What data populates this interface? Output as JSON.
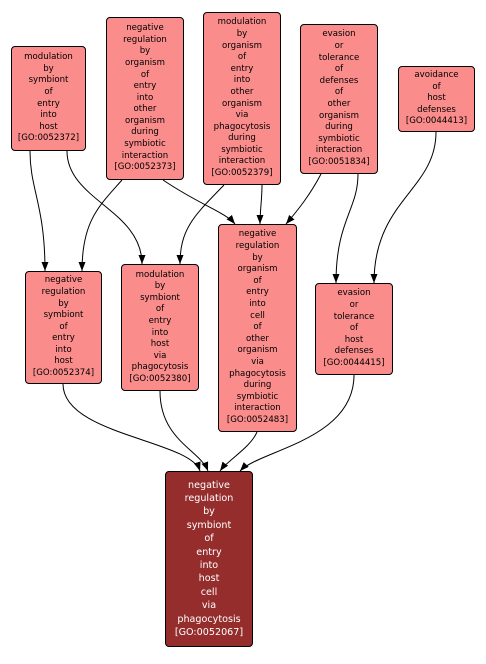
{
  "colors": {
    "node_fill": "#fa8c8c",
    "target_fill": "#962d2d",
    "target_text": "#ffffff",
    "edge": "#000000"
  },
  "nodes": {
    "n52372": {
      "lines": [
        "modulation",
        "by",
        "symbiont",
        "of",
        "entry",
        "into",
        "host",
        "[GO:0052372]"
      ]
    },
    "n52373": {
      "lines": [
        "negative",
        "regulation",
        "by",
        "organism",
        "of",
        "entry",
        "into",
        "other",
        "organism",
        "during",
        "symbiotic",
        "interaction",
        "[GO:0052373]"
      ]
    },
    "n52379": {
      "lines": [
        "modulation",
        "by",
        "organism",
        "of",
        "entry",
        "into",
        "other",
        "organism",
        "via",
        "phagocytosis",
        "during",
        "symbiotic",
        "interaction",
        "[GO:0052379]"
      ]
    },
    "n51834": {
      "lines": [
        "evasion",
        "or",
        "tolerance",
        "of",
        "defenses",
        "of",
        "other",
        "organism",
        "during",
        "symbiotic",
        "interaction",
        "[GO:0051834]"
      ]
    },
    "n44413": {
      "lines": [
        "avoidance",
        "of",
        "host",
        "defenses",
        "[GO:0044413]"
      ]
    },
    "n52374": {
      "lines": [
        "negative",
        "regulation",
        "by",
        "symbiont",
        "of",
        "entry",
        "into",
        "host",
        "[GO:0052374]"
      ]
    },
    "n52380": {
      "lines": [
        "modulation",
        "by",
        "symbiont",
        "of",
        "entry",
        "into",
        "host",
        "via",
        "phagocytosis",
        "[GO:0052380]"
      ]
    },
    "n52483": {
      "lines": [
        "negative",
        "regulation",
        "by",
        "organism",
        "of",
        "entry",
        "into",
        "cell",
        "of",
        "other",
        "organism",
        "via",
        "phagocytosis",
        "during",
        "symbiotic",
        "interaction",
        "[GO:0052483]"
      ]
    },
    "n44415": {
      "lines": [
        "evasion",
        "or",
        "tolerance",
        "of",
        "host",
        "defenses",
        "[GO:0044415]"
      ]
    },
    "n52067": {
      "lines": [
        "negative",
        "regulation",
        "by",
        "symbiont",
        "of",
        "entry",
        "into",
        "host",
        "cell",
        "via",
        "phagocytosis",
        "[GO:0052067]"
      ]
    }
  }
}
